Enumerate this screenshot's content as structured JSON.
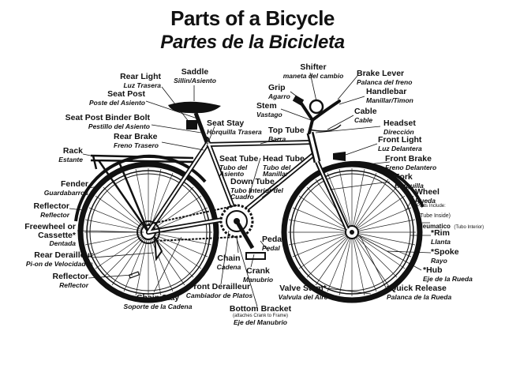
{
  "title": {
    "en": "Parts of a Bicycle",
    "es": "Partes de la Bicicleta"
  },
  "labels": {
    "saddle": {
      "en": "Saddle",
      "es": "Sillin/Asiento"
    },
    "rear_light": {
      "en": "Rear Light",
      "es": "Luz Trasera"
    },
    "shifter": {
      "en": "Shifter",
      "es": "maneta del cambio"
    },
    "brake_lever": {
      "en": "Brake Lever",
      "es": "Palanca del freno"
    },
    "grip": {
      "en": "Grip",
      "es": "Agarro"
    },
    "handlebar": {
      "en": "Handlebar",
      "es": "Manillar/Timon"
    },
    "seat_post": {
      "en": "Seat Post",
      "es": "Poste del Asiento"
    },
    "stem": {
      "en": "Stem",
      "es": "Vastago"
    },
    "cable": {
      "en": "Cable",
      "es": "Cable"
    },
    "seat_post_binder_bolt": {
      "en": "Seat Post Binder Bolt",
      "es": "Pestillo del Asiento"
    },
    "seat_stay": {
      "en": "Seat Stay",
      "es": "Horquilla Trasera"
    },
    "top_tube": {
      "en": "Top Tube",
      "es": "Barra"
    },
    "headset": {
      "en": "Headset",
      "es": "Dirección"
    },
    "rear_brake": {
      "en": "Rear Brake",
      "es": "Freno Trasero"
    },
    "front_light": {
      "en": "Front Light",
      "es": "Luz Delantera"
    },
    "rack": {
      "en": "Rack",
      "es": "Estante"
    },
    "seat_tube": {
      "en": "Seat Tube",
      "es": "Tubo del Asiento"
    },
    "head_tube": {
      "en": "Head Tube",
      "es": "Tubo del Manillar"
    },
    "front_brake": {
      "en": "Front Brake",
      "es": "Freno Delantero"
    },
    "fork": {
      "en": "Fork",
      "es": "Horquilla"
    },
    "fender": {
      "en": "Fender",
      "es": "Guardabarros"
    },
    "down_tube": {
      "en": "Down Tube",
      "es": "Tubo Interior del Cuadro"
    },
    "wheel": {
      "en": "Wheel",
      "es": "Rueda",
      "note": "•Parts Include:"
    },
    "reflector_rear": {
      "en": "Reflector",
      "es": "Reflector"
    },
    "tube": {
      "en": "(Tube Inside)",
      "es": "Neumatico",
      "note": "(Tubo Interior)"
    },
    "freewheel": {
      "en": "Freewheel or Cassette*",
      "es": "Dentada"
    },
    "rim": {
      "en": "*Rim",
      "es": "Llanta"
    },
    "pedal": {
      "en": "Pedal",
      "es": "Pedal"
    },
    "spoke": {
      "en": "*Spoke",
      "es": "Rayo"
    },
    "rear_derailleur": {
      "en": "Rear Derailleur",
      "es": "Pi-on de Velocidades"
    },
    "chain": {
      "en": "Chain",
      "es": "Cadena"
    },
    "hub": {
      "en": "*Hub",
      "es": "Eje de la Rueda"
    },
    "reflector_low": {
      "en": "Reflector",
      "es": "Reflector"
    },
    "crank": {
      "en": "Crank",
      "es": "Manubrio"
    },
    "valve_stem": {
      "en": "Valve Stem*",
      "es": "Valvula del Aire"
    },
    "quick_release": {
      "en": "*Quick Release",
      "es": "Palanca de la Rueda"
    },
    "front_derailleur": {
      "en": "Front Derailleur",
      "es": "Cambiador de Platos"
    },
    "chain_stay": {
      "en": "Chain Stay",
      "es": "Soporte de la Cadena"
    },
    "bottom_bracket": {
      "en": "Bottom Bracket",
      "note": "(attaches Crank to Frame)",
      "es": "Eje del Manubrio"
    }
  }
}
